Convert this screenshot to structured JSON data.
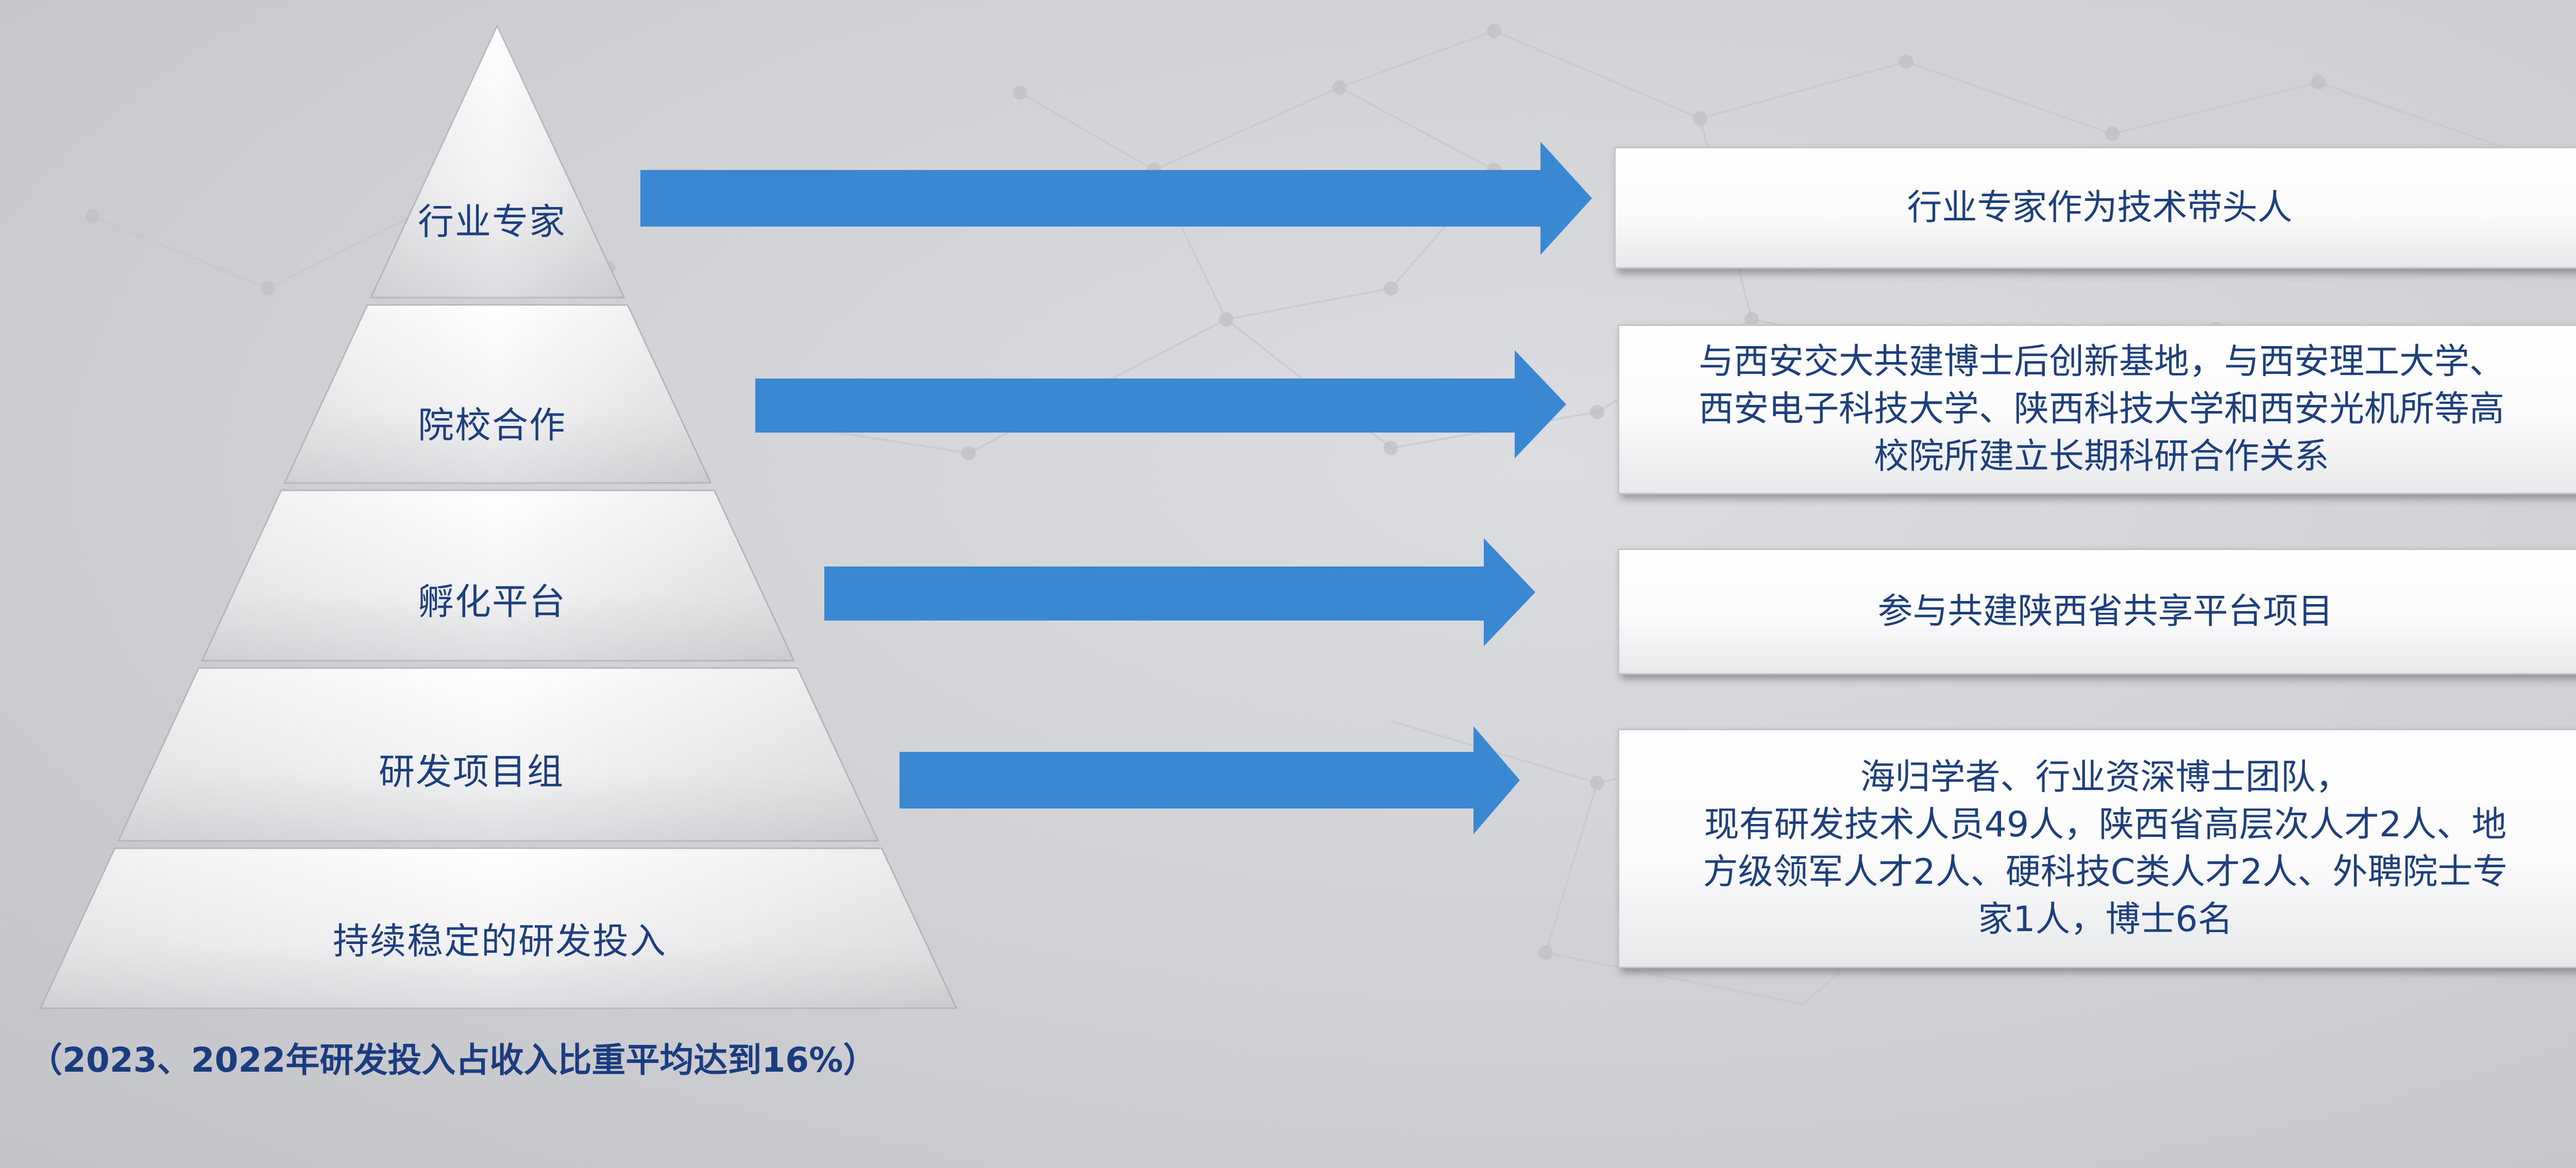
{
  "pyramid": {
    "tiers": [
      {
        "label": "行业专家"
      },
      {
        "label": "院校合作"
      },
      {
        "label": "孵化平台"
      },
      {
        "label": "研发项目组"
      },
      {
        "label": "持续稳定的研发投入"
      }
    ],
    "caption": "（2023、2022年研发投入占收入比重平均达到16%）"
  },
  "boxes": [
    {
      "lines": [
        "行业专家作为技术带头人"
      ]
    },
    {
      "lines": [
        "与西安交大共建博士后创新基地，与西安理工大学、",
        "西安电子科技大学、陕西科技大学和西安光机所等高",
        "校院所建立长期科研合作关系"
      ]
    },
    {
      "lines": [
        "参与共建陕西省共享平台项目"
      ]
    },
    {
      "lines": [
        "海归学者、行业资深博士团队，",
        "现有研发技术人员49人，陕西省高层次人才2人、地",
        "方级领军人才2人、硬科技C类人才2人、外聘院士专",
        "家1人，博士6名"
      ]
    }
  ],
  "colors": {
    "arrow": "#3a87d2",
    "text": "#1e3f7e",
    "background": "#cfd0d3"
  }
}
